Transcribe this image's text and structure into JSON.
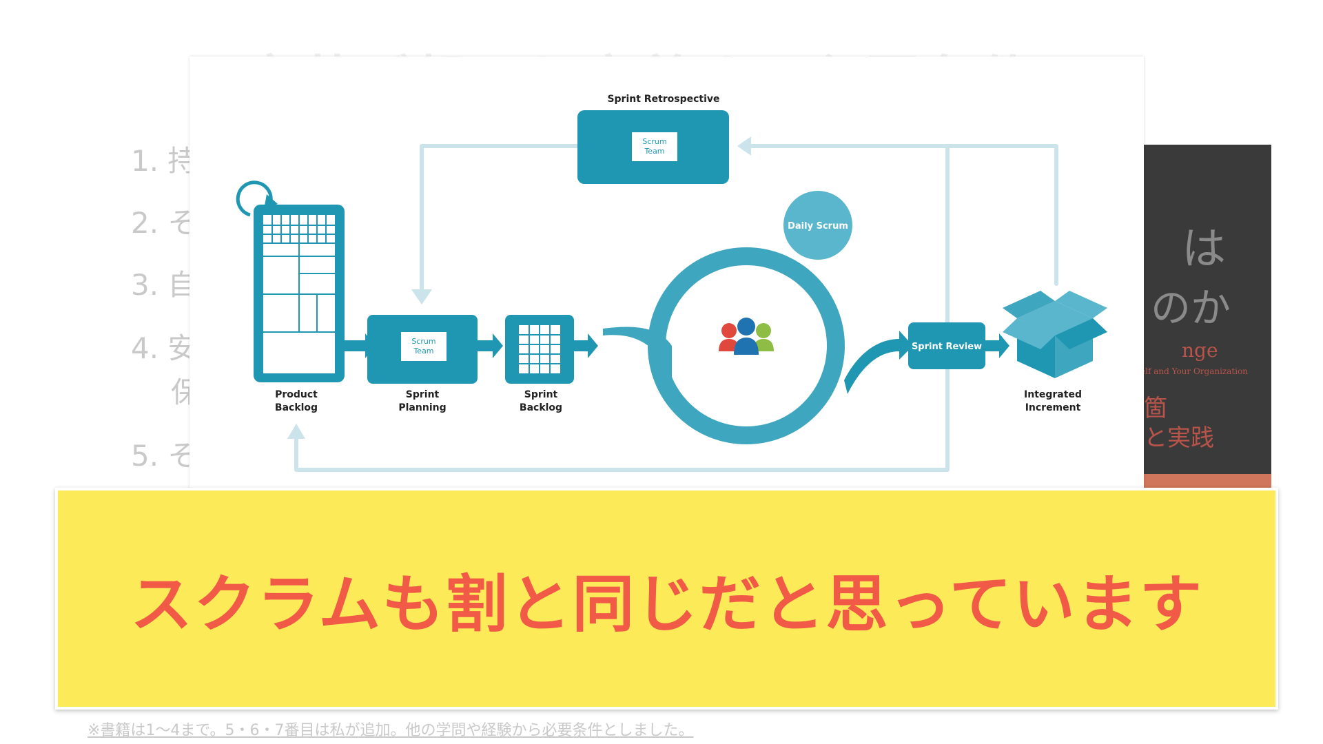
{
  "background_slide": {
    "title": "変革が起こり定着する必要条件",
    "list_items": [
      "1. 持",
      "2. そ",
      "3. 自",
      "4. 安",
      "保",
      "5. そ"
    ],
    "book": {
      "line1": "は",
      "line2": "のか",
      "line3": "nge",
      "line4": "elf and Your Organization",
      "line5": "箇",
      "line6": "と実践"
    }
  },
  "diagram": {
    "sprint_retrospective": "Sprint Retrospective",
    "scrum_team_top": [
      "Scrum",
      "Team"
    ],
    "scrum_team_planning": [
      "Scrum",
      "Team"
    ],
    "daily_scrum": "Daily Scrum",
    "sprint_review": "Sprint Review",
    "product_backlog": [
      "Product",
      "Backlog"
    ],
    "sprint_planning": [
      "Sprint",
      "Planning"
    ],
    "sprint_backlog": [
      "Sprint",
      "Backlog"
    ],
    "integrated_increment": [
      "Integrated",
      "Increment"
    ]
  },
  "banner": {
    "text": "スクラムも割と同じだと思っています"
  },
  "footnote": "※書籍は1〜4まで。5・6・7番目は私が追加。他の学問や経験から必要条件としました。",
  "colors": {
    "teal": "#1f97b3",
    "light_blue_line": "#cbe3ea",
    "banner_yellow": "#fdea58",
    "banner_text": "#f05a47"
  }
}
